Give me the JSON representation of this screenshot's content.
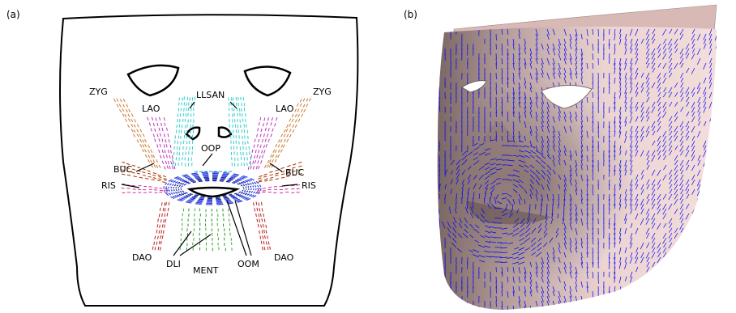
{
  "panels": [
    {
      "letter": "(a)"
    },
    {
      "letter": "(b)"
    }
  ],
  "labels": {
    "llsan": "LLSAN",
    "zyg": "ZYG",
    "lao": "LAO",
    "oop": "OOP",
    "buc": "BUC",
    "ris": "RIS",
    "dao": "DAO",
    "dli": "DLI",
    "ment": "MENT",
    "oom": "OOM"
  },
  "colors": {
    "outline": "#000000",
    "llsan": "#33cccc",
    "zyg": "#cc7a33",
    "lao": "#bb33bb",
    "buc": "#aa3300",
    "ris": "#cc3399",
    "oom_outer": "#3344dd",
    "oom_inner": "#1122aa",
    "oop": "#00aacc",
    "dao": "#bb2222",
    "dli": "#229922",
    "ment": "#44aa33",
    "face_skin": "#e8cdca",
    "face_shadow": "#8a7572",
    "fiber": "#0000ff"
  }
}
